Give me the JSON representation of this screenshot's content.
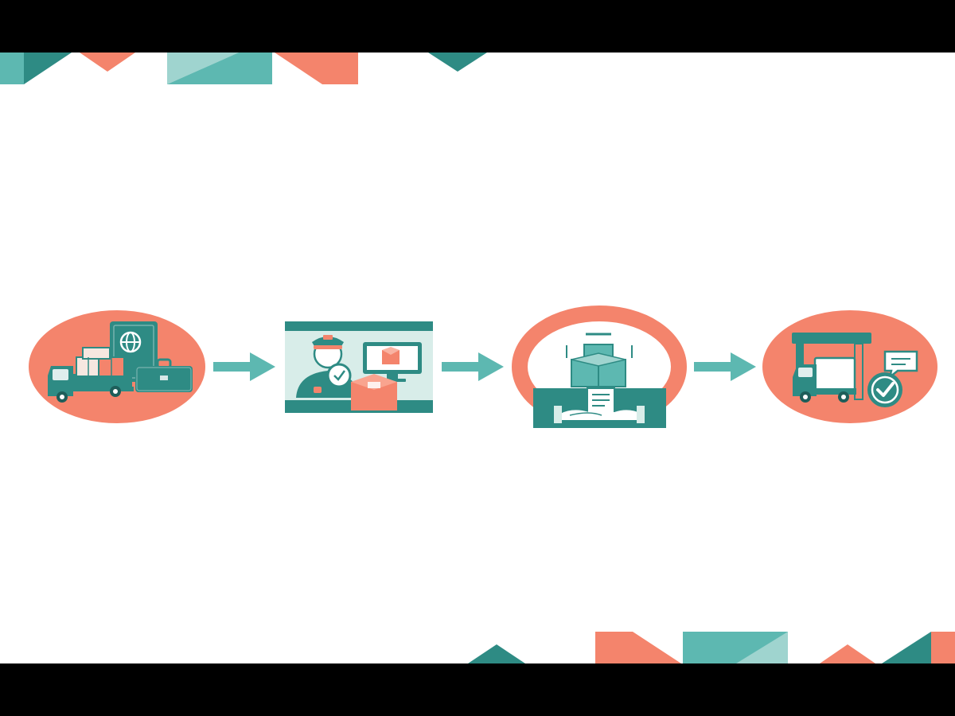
{
  "colors": {
    "letterbox": "#000000",
    "canvas": "#ffffff",
    "coral": "#f4846c",
    "teal": "#2e8b84",
    "teal_mid": "#5db8b1",
    "teal_light": "#9fd4cf",
    "pale_teal": "#d8ede9",
    "box_light": "#f6e7e0",
    "paper": "#ffffff"
  },
  "steps": [
    {
      "id": "departure",
      "frame": "circle",
      "icons": [
        "truck-icon",
        "cargo-boxes-icon",
        "passport-icon",
        "globe-icon",
        "briefcase-icon"
      ]
    },
    {
      "id": "inspection",
      "frame": "rectangle",
      "icons": [
        "customs-officer-icon",
        "magnifier-icon",
        "monitor-icon",
        "package-icon"
      ]
    },
    {
      "id": "clearance",
      "frame": "ring",
      "icons": [
        "stacked-boxes-icon",
        "document-icon",
        "handshake-icon"
      ]
    },
    {
      "id": "arrival",
      "frame": "circle",
      "icons": [
        "border-gate-icon",
        "truck-icon",
        "speech-bubble-icon",
        "checkmark-icon"
      ]
    }
  ],
  "connectors": [
    "arrow-right-icon",
    "arrow-right-icon",
    "arrow-right-icon"
  ]
}
